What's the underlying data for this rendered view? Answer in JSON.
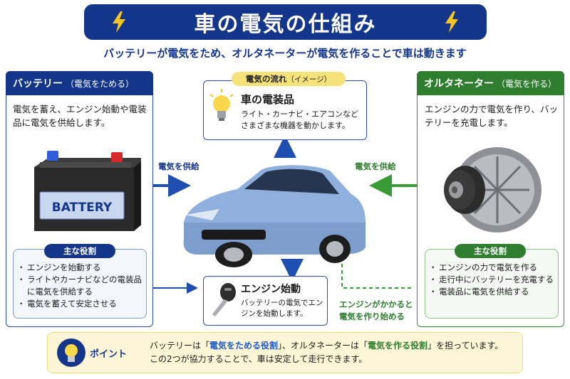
{
  "title": "車の電気の仕組み",
  "subtitle": "バッテリーが電気をため、オルタネーターが電気を作ることで車は動きます",
  "battery": {
    "header": "バッテリー",
    "header_sub": "（電気をためる）",
    "desc": "電気を蓄え、エンジン始動や電装品に電気を供給します。",
    "label": "BATTERY",
    "roles_title": "主な役割",
    "roles": [
      "エンジンを始動する",
      "ライトやカーナビなどの電装品に電気を供給する",
      "電気を蓄えて安定させる"
    ]
  },
  "alternator": {
    "header": "オルタネーター",
    "header_sub": "（電気を作る）",
    "desc": "エンジンの力で電気を作り、バッテリーを充電します。",
    "roles_title": "主な役割",
    "roles": [
      "エンジンの力で電気を作る",
      "走行中にバッテリーを充電する",
      "電装品に電気を供給する"
    ]
  },
  "flow": {
    "label": "電気の流れ",
    "label_sub": "（イメージ）",
    "elec_title": "車の電装品",
    "elec_desc": "ライト・カーナビ・エアコンなどさまざまな機器を動かします。"
  },
  "arrows": {
    "supply_left": "電気を供給",
    "supply_right": "電気を供給",
    "engine_generate": "エンジンがかかると電気を作り始める"
  },
  "engine": {
    "title": "エンジン始動",
    "desc": "バッテリーの電気でエンジンを始動します。"
  },
  "point": {
    "label": "ポイント",
    "t1": "バッテリーは「",
    "h1": "電気をためる役割",
    "t2": "」、オルタネーターは「",
    "h2": "電気を作る役割",
    "t3": "」を担っています。",
    "line2": "この2つが協力することで、車は安定して走行できます。"
  },
  "colors": {
    "navy": "#14368a",
    "green": "#2f7d2e",
    "yellow": "#f6e27a"
  }
}
